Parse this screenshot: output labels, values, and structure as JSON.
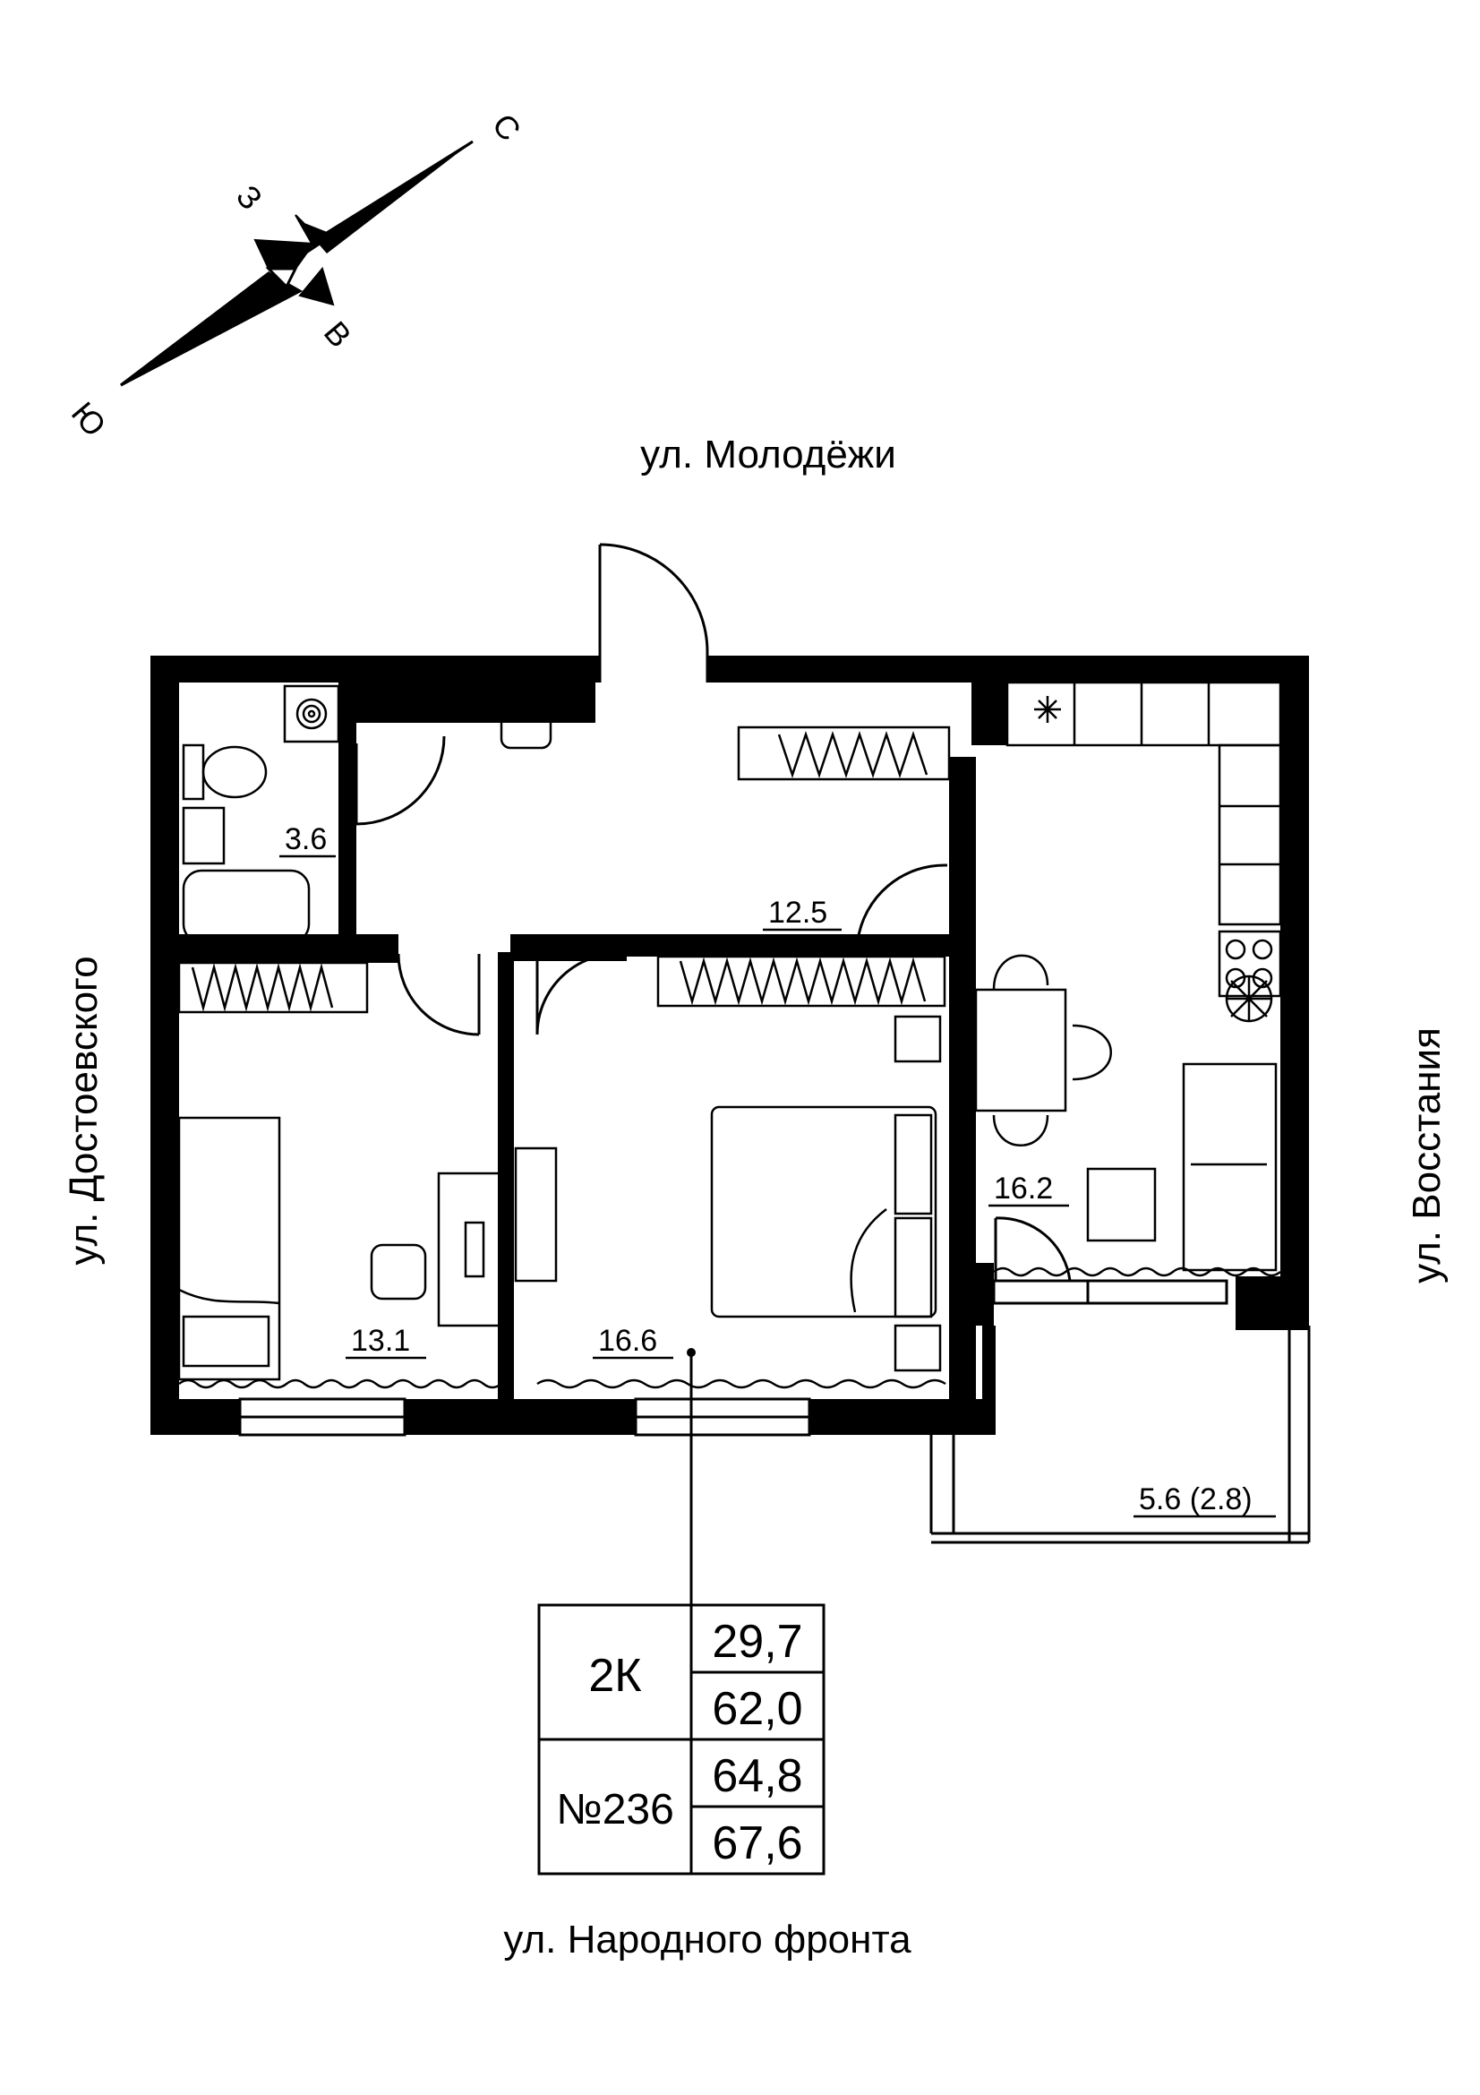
{
  "compass": {
    "north": "С",
    "south": "Ю",
    "west": "З",
    "east": "В"
  },
  "streets": {
    "top": "ул. Молодёжи",
    "bottom": "ул. Народного фронта",
    "left": "ул. Достоевского",
    "right": "ул. Восстания"
  },
  "rooms": {
    "bathroom": "3.6",
    "hall": "12.5",
    "kitchen": "16.2",
    "room_left": "13.1",
    "room_mid": "16.6",
    "balcony": "5.6 (2.8)"
  },
  "info": {
    "type": "2К",
    "number": "№236",
    "areas": [
      "29,7",
      "62,0",
      "64,8",
      "67,6"
    ]
  }
}
